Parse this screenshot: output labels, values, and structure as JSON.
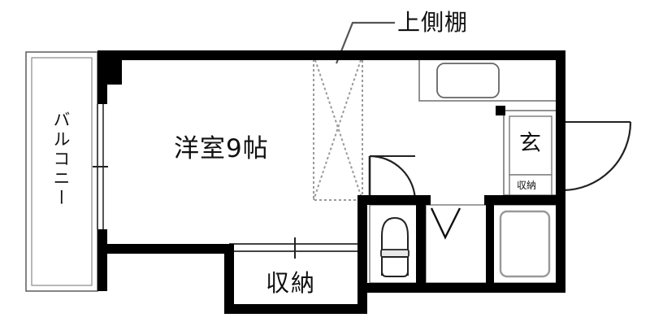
{
  "plan": {
    "title": "apartment-floor-plan",
    "labels": {
      "room": "洋室9帖",
      "closet_main": "収納",
      "genkan": "玄",
      "genkan_closet": "収納",
      "overhead_shelf": "上側棚",
      "balcony": "バルコニー"
    },
    "colors": {
      "wall": "#000000",
      "thin_line": "#555555",
      "fixture_line": "#666666",
      "dotted": "#999999",
      "background": "#ffffff",
      "text": "#111111"
    },
    "fixtures": {
      "kitchen_sink": "sink-basin",
      "toilet": "toilet-fixture",
      "bathtub": "bathtub-fixture",
      "entrance_door": "swing-door-out",
      "room_door": "swing-door-in",
      "folding_door": "folding-door",
      "closet_sliding_door": "sliding-door",
      "balcony_window": "sliding-window"
    }
  }
}
